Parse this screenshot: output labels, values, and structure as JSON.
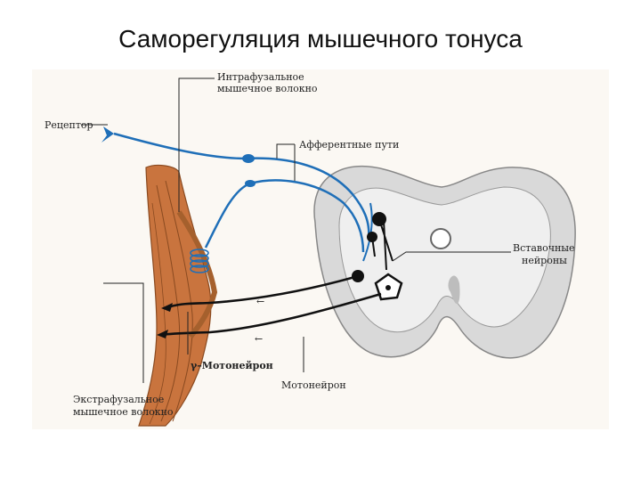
{
  "title": "Саморегуляция мышечного тонуса",
  "diagram": {
    "labels": {
      "intrafusal_line1": "Интрафузальное",
      "intrafusal_line2": "мышечное волокно",
      "receptor": "Рецептор",
      "afferent": "Афферентные  пути",
      "interneurons_line1": "Вставочные",
      "interneurons_line2": "нейроны",
      "gamma_motoneuron": "γ–Мотонейрон",
      "motoneuron": "Мотонейрон",
      "extrafusal_line1": "Экстрафузальное",
      "extrafusal_line2": "мышечное волокно"
    },
    "colors": {
      "afferent_fiber": "#1f6fb8",
      "muscle": "#c9743e",
      "spinal_gray": "#c8c8c8",
      "efferent_fiber": "#111111"
    }
  }
}
